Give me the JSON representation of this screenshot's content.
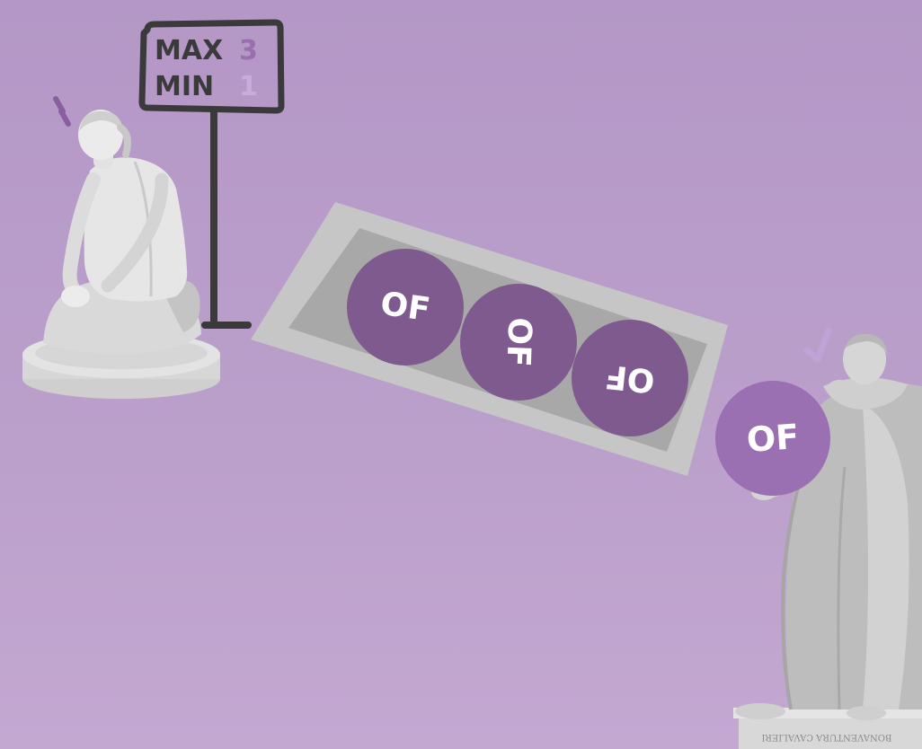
{
  "sign": {
    "max_label": "MAX",
    "max_value": "3",
    "min_label": "MIN",
    "min_value": "1"
  },
  "tray": {
    "balls": [
      {
        "label": "OF"
      },
      {
        "label": "OF"
      },
      {
        "label": "OF"
      }
    ]
  },
  "held_ball": {
    "label": "OF"
  },
  "pedestal_inscription": "BONAVENTURA CAVALIERI",
  "colors": {
    "background": "#b99dca",
    "tray_ball": "#7e5a8f",
    "held_ball": "#9a70b2",
    "sign_ink": "#3a3a3a",
    "accent_light": "#c0a3d6",
    "accent_dark": "#9a6fb0"
  }
}
